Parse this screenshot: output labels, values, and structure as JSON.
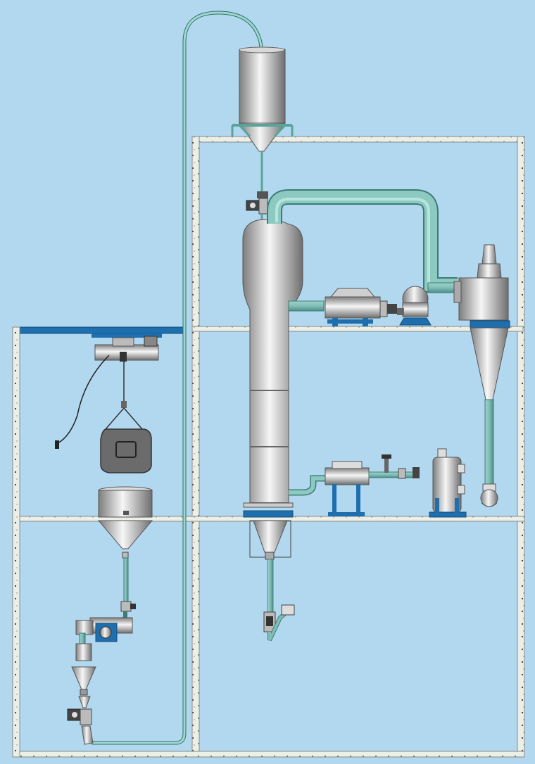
{
  "diagram": {
    "description_text": "",
    "colors": {
      "background": "#b2d8f0",
      "frame_wall": "#ecefe6",
      "wall_speckle": "#333333",
      "pipe": "#7fbdb5",
      "pipe_dark": "#4f8f88",
      "steel_dark": "#8c8c8c",
      "steel_light": "#f4f4f4",
      "base_blue": "#1e6fa8"
    },
    "components": [
      {
        "id": "feed-hopper",
        "icon": "hopper-icon"
      },
      {
        "id": "drying-tower",
        "icon": "column-icon"
      },
      {
        "id": "cyclone-separator",
        "icon": "cyclone-icon"
      },
      {
        "id": "induced-draft-fan",
        "icon": "fan-icon"
      },
      {
        "id": "silencer",
        "icon": "silencer-icon"
      },
      {
        "id": "air-heater",
        "icon": "heater-icon"
      },
      {
        "id": "filter-tank",
        "icon": "tank-icon"
      },
      {
        "id": "electric-hoist",
        "icon": "hoist-icon"
      },
      {
        "id": "feed-bin",
        "icon": "bin-icon"
      },
      {
        "id": "mixing-hopper",
        "icon": "hopper-icon"
      },
      {
        "id": "rotary-valve",
        "icon": "valve-icon"
      },
      {
        "id": "screw-feeder",
        "icon": "feeder-icon"
      },
      {
        "id": "product-outlet",
        "icon": "outlet-icon"
      }
    ]
  }
}
